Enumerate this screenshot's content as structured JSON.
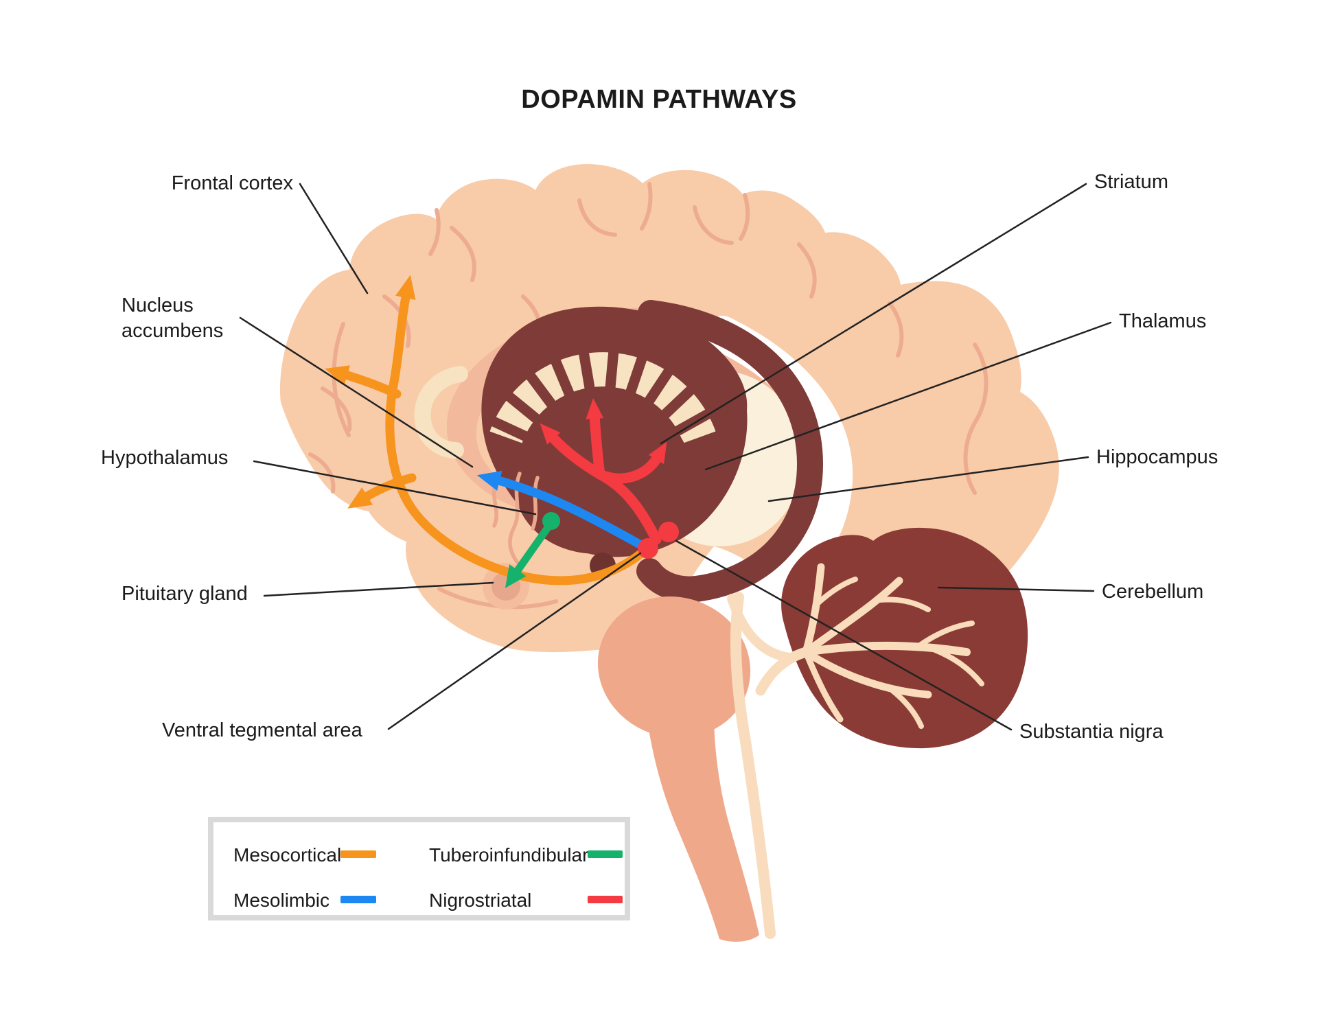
{
  "title": "DOPAMIN PATHWAYS",
  "labels": {
    "frontal_cortex": "Frontal cortex",
    "nucleus_accumbens": "Nucleus\naccumbens",
    "hypothalamus": "Hypothalamus",
    "pituitary_gland": "Pituitary gland",
    "ventral_tegmental_area": "Ventral tegmental area",
    "striatum": "Striatum",
    "thalamus": "Thalamus",
    "hippocampus": "Hippocampus",
    "cerebellum": "Cerebellum",
    "substantia_nigra": "Substantia nigra"
  },
  "legend": {
    "items": [
      {
        "label": "Mesocortical",
        "color": "#F7941D",
        "pathway": "mesocortical"
      },
      {
        "label": "Tuberoinfundibular",
        "color": "#16B26B",
        "pathway": "tuberoinfundibular"
      },
      {
        "label": "Mesolimbic",
        "color": "#1E88F2",
        "pathway": "mesolimbic"
      },
      {
        "label": "Nigrostriatal",
        "color": "#F43B41",
        "pathway": "nigrostriatal"
      }
    ]
  },
  "colors": {
    "cortex": "#F8CBA9",
    "cortex_ring": "#F2B99C",
    "sulci": "#EDAC90",
    "deep_nuclei_maroon": "#7E3B38",
    "cerebellum_maroon": "#8A3B35",
    "ivory": "#FBF0DC",
    "cream": "#F7E2C2",
    "arbor_vitae": "#F9DCBB",
    "brainstem": "#EFA98A",
    "pituitary": "#E7A78D",
    "mammillary": "#6E332F",
    "label_line": "#222222",
    "text": "#1B1B1B"
  }
}
